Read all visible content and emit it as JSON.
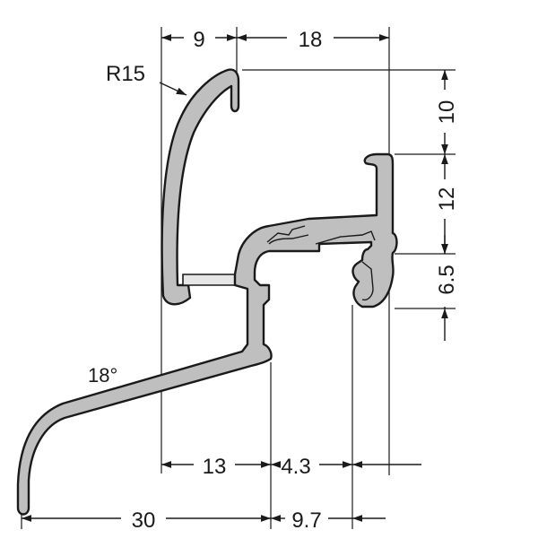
{
  "drawing": {
    "dimensions": {
      "top_left": "9",
      "top_right": "18",
      "radius": "R15",
      "right_top": "10",
      "right_middle": "12",
      "right_bottom": "6.5",
      "angle": "18°",
      "bottom_mid_left": "13",
      "bottom_mid_right": "4.3",
      "bottom_left": "30",
      "bottom_right": "9.7"
    }
  }
}
